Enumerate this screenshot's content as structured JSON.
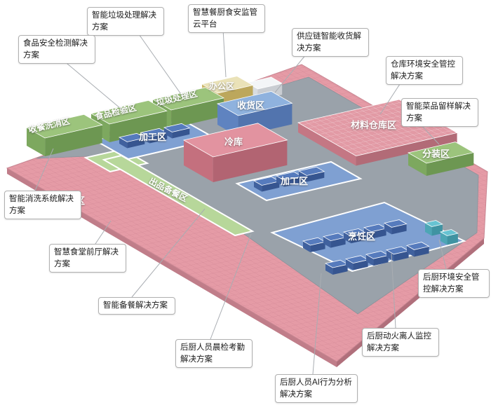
{
  "zones": [
    {
      "id": "dish-washing",
      "label": "收餐洗消区"
    },
    {
      "id": "inspection",
      "label": "食品检验区"
    },
    {
      "id": "waste",
      "label": "垃圾处理区"
    },
    {
      "id": "office",
      "label": "办公区"
    },
    {
      "id": "receiving",
      "label": "收货区"
    },
    {
      "id": "processing-1",
      "label": "加工区"
    },
    {
      "id": "cold-storage",
      "label": "冷库"
    },
    {
      "id": "warehouse",
      "label": "材料仓库区"
    },
    {
      "id": "processing-2",
      "label": "加工区"
    },
    {
      "id": "meal-prep",
      "label": "出品备餐区"
    },
    {
      "id": "dining",
      "label": "就餐区"
    },
    {
      "id": "packing",
      "label": "分装区"
    },
    {
      "id": "cooking",
      "label": "烹饪区"
    }
  ],
  "callouts": [
    {
      "id": "garbage",
      "label": "智能垃圾处理解决方案"
    },
    {
      "id": "cloud-platform",
      "label": "智慧餐厨食安监管云平台"
    },
    {
      "id": "food-safety",
      "label": "食品安全检测解决方案"
    },
    {
      "id": "supply-chain",
      "label": "供应链智能收货解决方案"
    },
    {
      "id": "warehouse-env",
      "label": "仓库环境安全管控解决方案"
    },
    {
      "id": "dish-sample",
      "label": "智能菜品留样解决方案"
    },
    {
      "id": "washing-system",
      "label": "智能消洗系统解决方案"
    },
    {
      "id": "front-hall",
      "label": "智慧食堂前厅解决方案"
    },
    {
      "id": "smart-prep",
      "label": "智能备餐解决方案"
    },
    {
      "id": "morning-check",
      "label": "后厨人员晨检考勤解决方案"
    },
    {
      "id": "ai-behavior",
      "label": "后厨人员AI行为分析解决方案"
    },
    {
      "id": "fire-monitor",
      "label": "后厨动火离人监控解决方案"
    },
    {
      "id": "kitchen-env",
      "label": "后厨环境安全管控解决方案"
    }
  ],
  "colors": {
    "floor_pink": "#e59ba6",
    "floor_pink_side": "#c07d89",
    "walkway_gray": "#9aa2aa",
    "zone_blue": "#7fa0d2",
    "zone_green_roof": "#9cc47c",
    "zone_green_left": "#7da85f",
    "zone_green_right": "#6d9752",
    "corridor_green": "#b7d79a",
    "cold_roof": "#e293a0",
    "cold_left": "#c4707e",
    "cold_right": "#b26472",
    "warehouse_roof": "#e29aa5",
    "warehouse_left": "#c47784",
    "warehouse_right": "#b26b77",
    "office_roof": "#eae2b8",
    "office_left": "#cdb96e",
    "office_right": "#bca75c",
    "blue_roof": "#8fb2de",
    "blue_left": "#5f83c0",
    "blue_right": "#5274ae",
    "white_roof": "#f3f5f7",
    "white_left": "#d8dce0",
    "white_right": "#c9cdd2",
    "equip_top": "#567bbd",
    "equip_left": "#40619e",
    "equip_right": "#365590",
    "teal_top": "#67c3d2",
    "teal_left": "#4da6b5",
    "teal_right": "#3f93a2",
    "leader_line": "#a9adb2",
    "callout_border": "#b0b0b0",
    "label_text": "#ffffff"
  }
}
